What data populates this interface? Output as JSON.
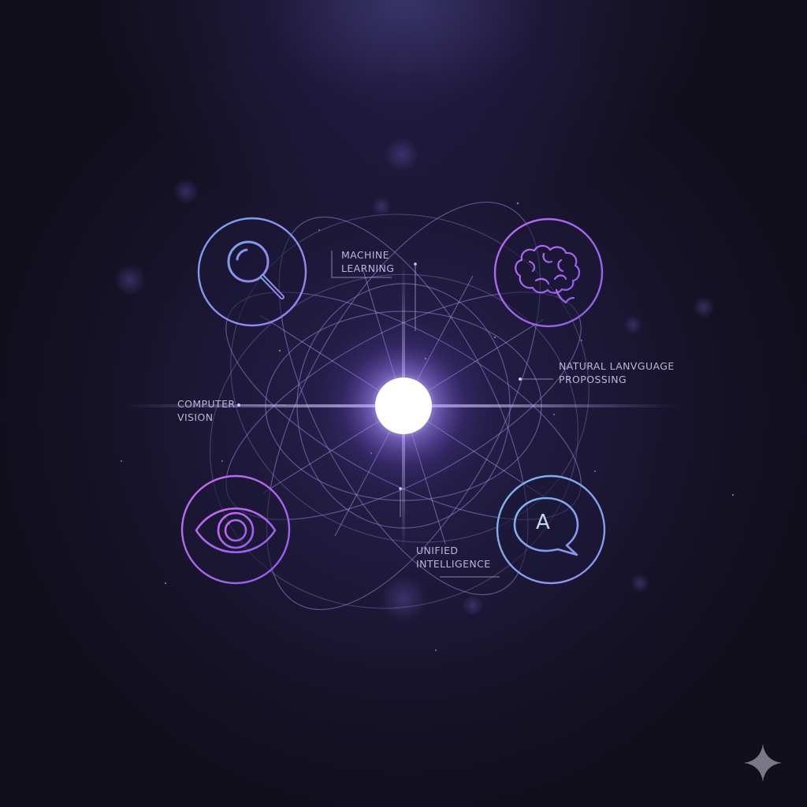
{
  "diagram": {
    "core": {
      "icon": "glowing-core"
    },
    "nodes": [
      {
        "id": "search",
        "icon": "magnifier-icon",
        "color_from": "#6f8fe6",
        "color_to": "#9a7ff0"
      },
      {
        "id": "brain",
        "icon": "brain-icon",
        "color_from": "#b46cf0",
        "color_to": "#8a5ce8"
      },
      {
        "id": "eye",
        "icon": "eye-icon",
        "color_from": "#c06cf2",
        "color_to": "#8e5ee8"
      },
      {
        "id": "speech",
        "icon": "speech-bubble-icon",
        "color_from": "#6fb6e8",
        "color_to": "#8b8ff0"
      }
    ],
    "labels": {
      "machine_learning": [
        "MACHINE",
        "LEARNING"
      ],
      "nlp": [
        "NATURAL LANVGUAGE",
        "PROPOSSING"
      ],
      "computer_vision": [
        "COMPUTER",
        "VISION"
      ],
      "unified_intelligence": [
        "UNIFIED",
        "INTELLIGENCE"
      ]
    },
    "speech_bubble_letter": "A"
  },
  "colors": {
    "label_text": "#b8b6da",
    "orbit": "#8f86d8",
    "core_glow": "#ffffff",
    "accent_purple": "#a86cf0",
    "accent_blue": "#72a8ec"
  },
  "watermark": {
    "icon": "sparkle-icon"
  }
}
